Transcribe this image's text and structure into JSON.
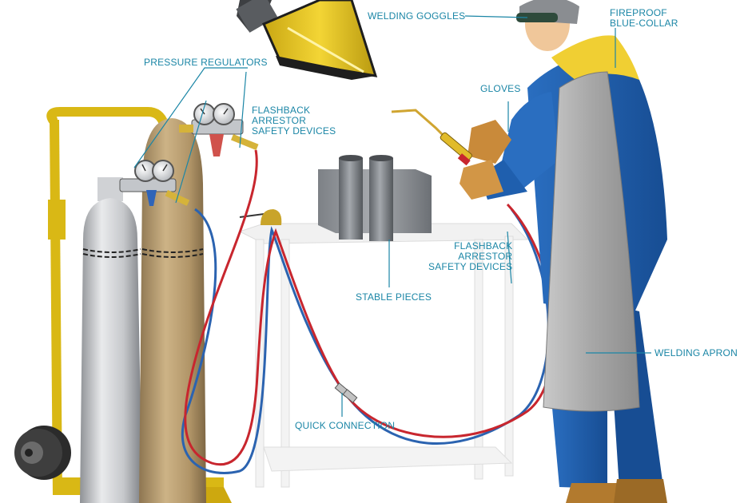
{
  "labels": {
    "welding_goggles": "WELDING GOGGLES",
    "fireproof": [
      "FIREPROOF",
      "BLUE-COLLAR"
    ],
    "pressure_regulators": "PRESSURE REGULATORS",
    "flashback_top": [
      "FLASHBACK",
      "ARRESTOR",
      "SAFETY DEVICES"
    ],
    "gloves": "GLOVES",
    "flashback_right": [
      "FLASHBACK",
      "ARRESTOR",
      "SAFETY DEVICES"
    ],
    "stable_pieces": "STABLE PIECES",
    "welding_apron": "WELDING APRON",
    "quick_connection": "QUICK CONNECTION"
  },
  "colors": {
    "label_text": "#1b86a6",
    "leader_line": "#1b86a6",
    "oxygen_hose": "#2b63b0",
    "fuel_hose": "#c8262e",
    "cart_frame": "#e3c21c",
    "suit": "#1f5fae",
    "apron": "#9a9a9a"
  }
}
